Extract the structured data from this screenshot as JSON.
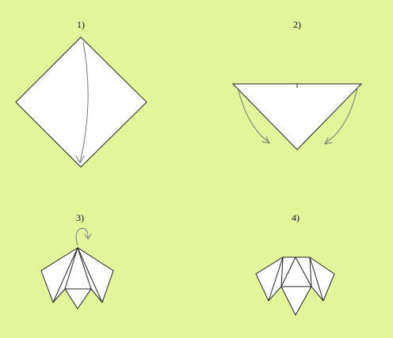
{
  "colors": {
    "background": "#e3f59a",
    "paper": "#ffffff",
    "outline": "#222222",
    "arrow": "#777777"
  },
  "steps": [
    {
      "label": "1)"
    },
    {
      "label": "2)"
    },
    {
      "label": "3)"
    },
    {
      "label": "4)"
    }
  ]
}
